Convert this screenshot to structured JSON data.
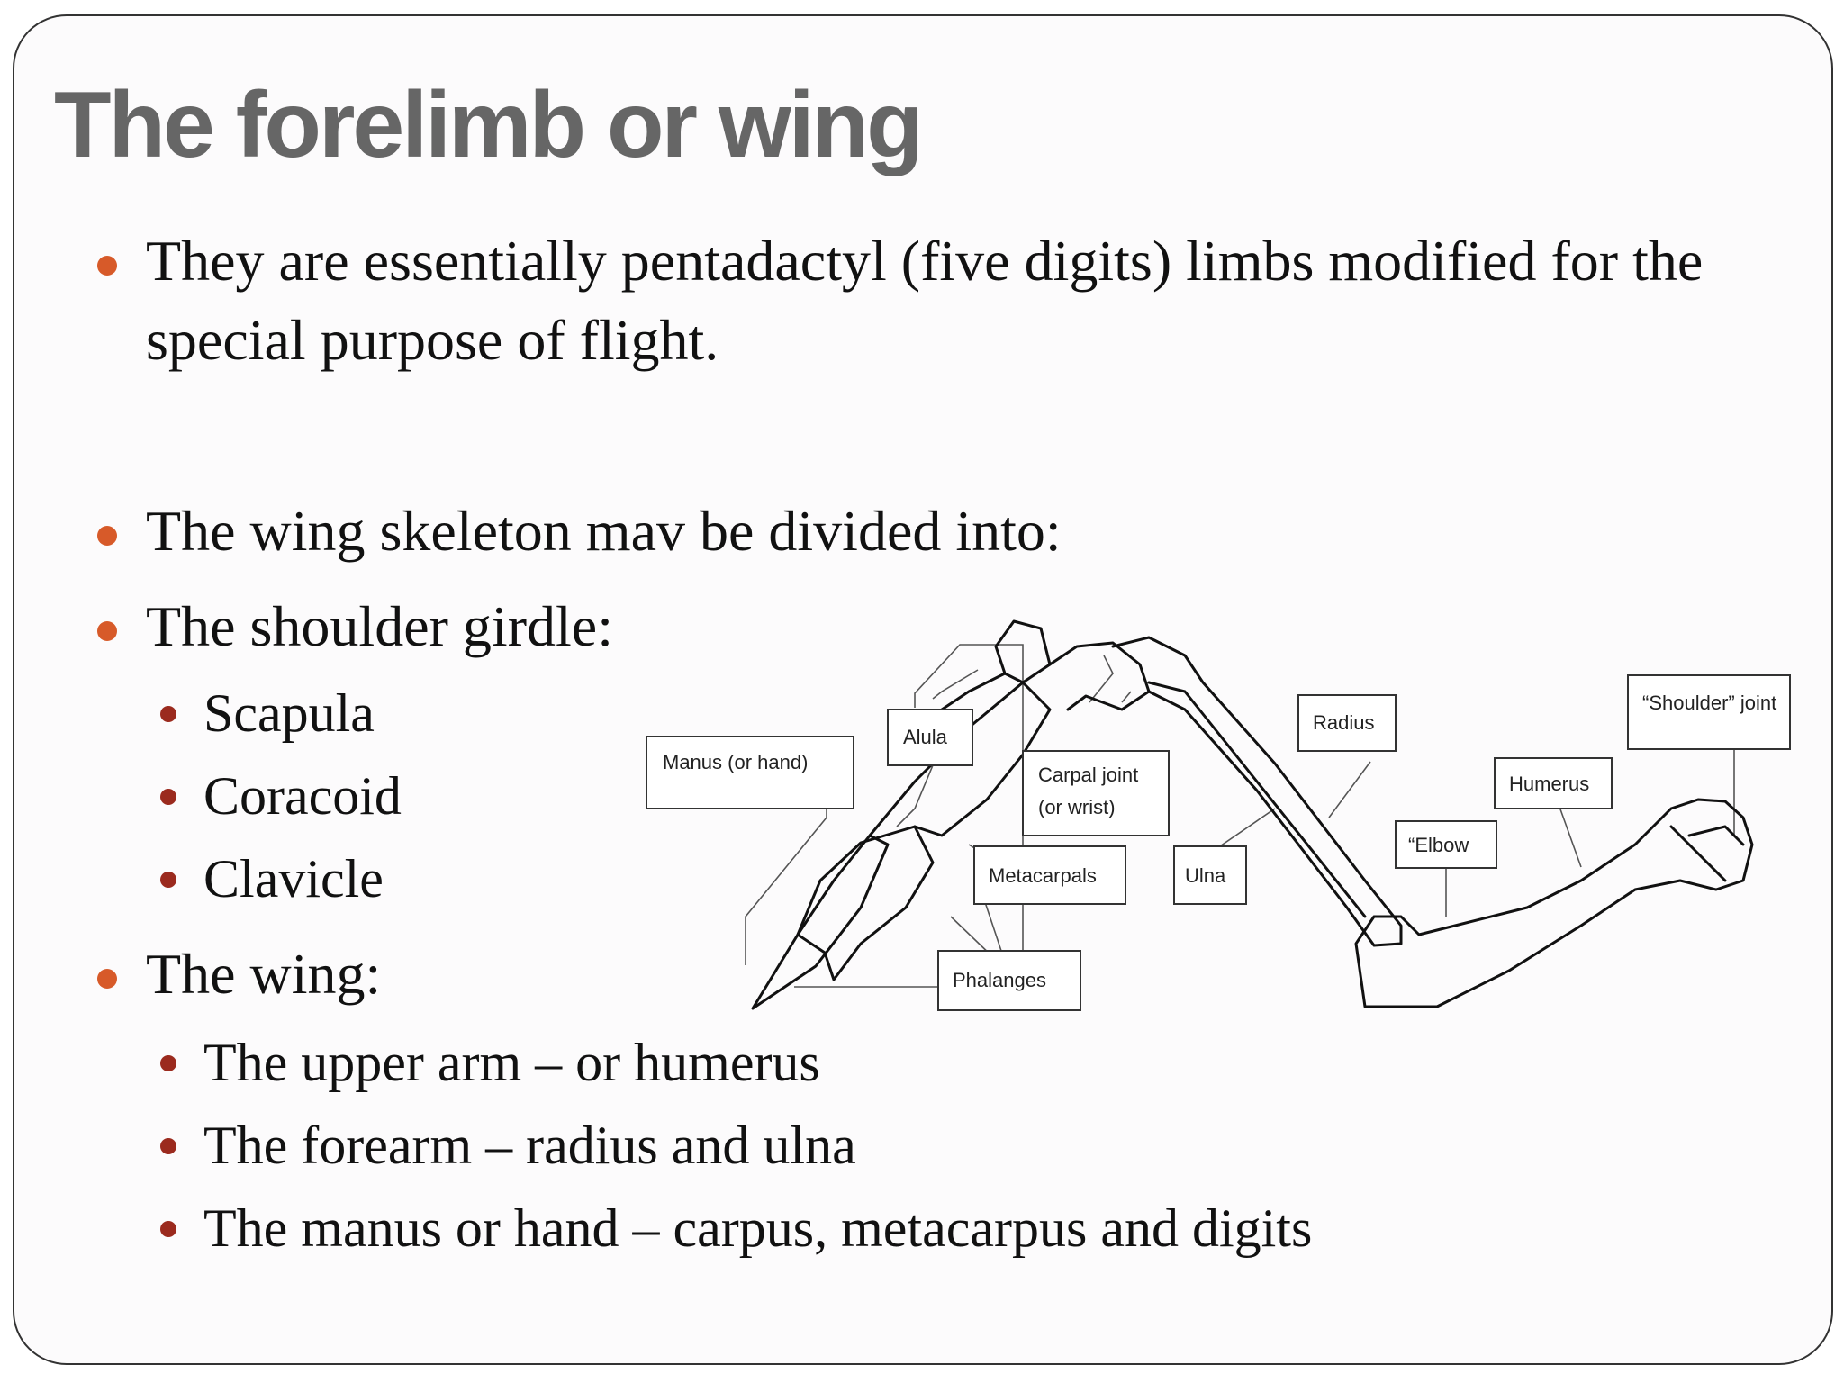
{
  "title": "The forelimb or wing",
  "bullets": {
    "b1_line1": "They are essentially pentadactyl (five digits) limbs modified for the",
    "b1_line2": "special purpose of flight.",
    "b2": "The wing skeleton mav be divided into:",
    "b3": "The shoulder girdle:",
    "b3_items": [
      "Scapula",
      "Coracoid",
      "Clavicle"
    ],
    "b4": "The wing:",
    "b4_items": [
      "The upper arm – or humerus",
      "The forearm – radius and ulna",
      "The manus or hand – carpus, metacarpus and digits"
    ]
  },
  "diagram_labels": {
    "manus": "Manus (or hand)",
    "alula": "Alula",
    "carpal_1": "Carpal joint",
    "carpal_2": "(or wrist)",
    "metacarpals": "Metacarpals",
    "ulna": "Ulna",
    "radius": "Radius",
    "elbow": "“Elbow",
    "humerus": "Humerus",
    "shoulder": "“Shoulder” joint",
    "phalanges": "Phalanges"
  },
  "colors": {
    "bullet_primary": "#d75a29",
    "bullet_secondary": "#9b2a1e",
    "title": "#666666"
  }
}
